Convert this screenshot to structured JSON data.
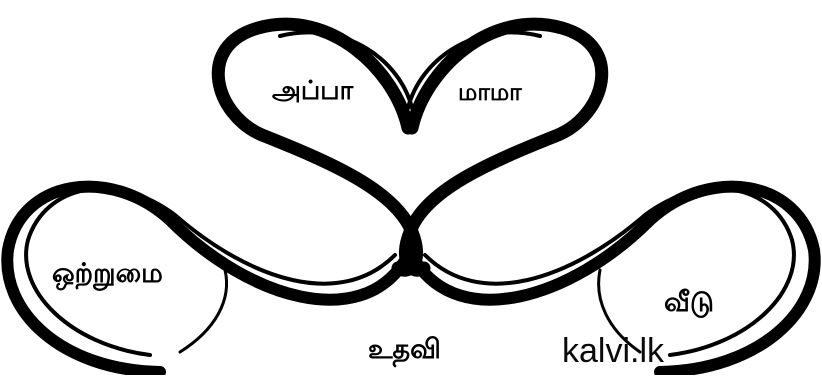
{
  "words": {
    "appa": "அப்பா",
    "mama": "மாமா",
    "otrumai": "ஒற்றுமை",
    "veedu": "வீடு",
    "udhavi": "உதவி"
  },
  "watermark": "kalvi.lk",
  "colors": {
    "ink": "#000000",
    "background": "#ffffff"
  }
}
